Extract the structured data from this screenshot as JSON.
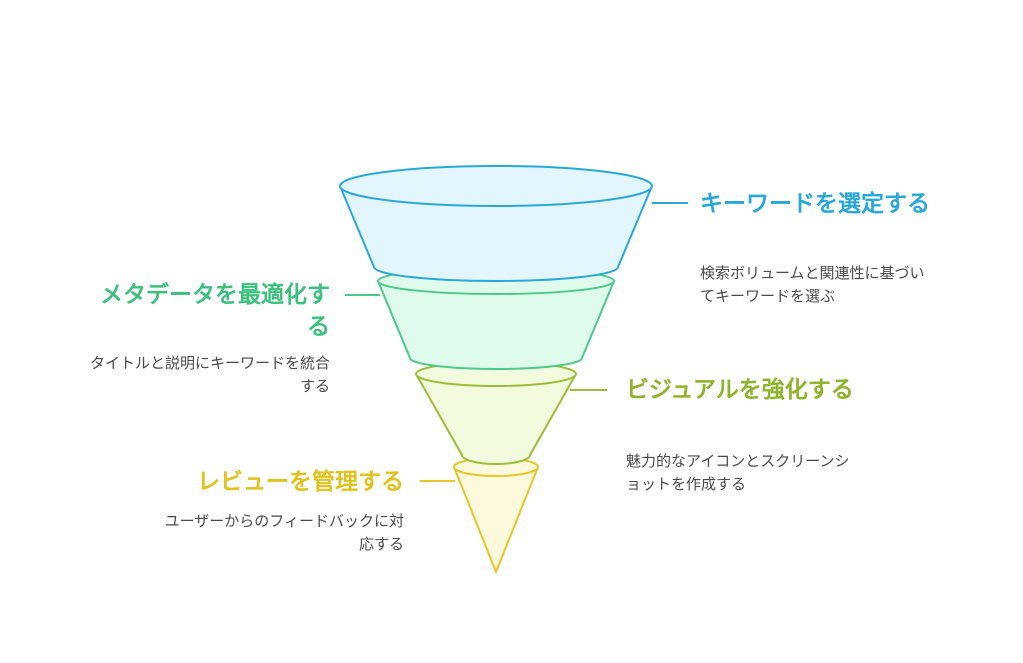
{
  "stages": [
    {
      "title": "キーワードを選定する",
      "description": "検索ボリュームと関連性に基づいてキーワードを選ぶ",
      "fill": "#e4f6fd",
      "stroke": "#29a8d8",
      "text_color": "#29a8d8"
    },
    {
      "title": "メタデータを最適化する",
      "description": "タイトルと説明にキーワードを統合する",
      "fill": "#dffbeb",
      "stroke": "#4cc98c",
      "text_color": "#3dbf7e"
    },
    {
      "title": "ビジュアルを強化する",
      "description": "魅力的なアイコンとスクリーンショットを作成する",
      "fill": "#f3fbdf",
      "stroke": "#9cbd34",
      "text_color": "#8db32a"
    },
    {
      "title": "レビューを管理する",
      "description": "ユーザーからのフィードバックに対応する",
      "fill": "#fdf9dc",
      "stroke": "#e3c72a",
      "text_color": "#dfc21c"
    }
  ]
}
